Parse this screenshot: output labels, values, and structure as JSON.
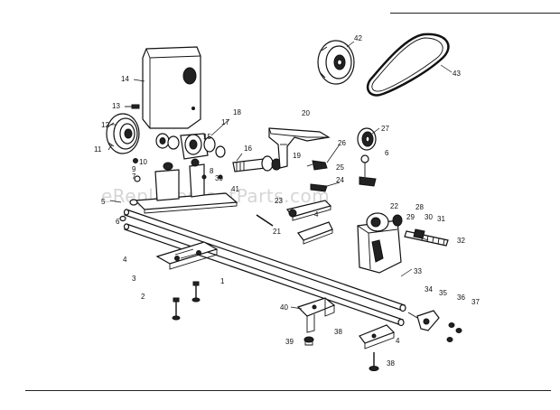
{
  "watermark": "eReplacementParts.com",
  "callouts": [
    {
      "id": "c42",
      "text": "42"
    },
    {
      "id": "c43",
      "text": "43"
    },
    {
      "id": "c14",
      "text": "14"
    },
    {
      "id": "c13",
      "text": "13"
    },
    {
      "id": "c12",
      "text": "12"
    },
    {
      "id": "c11",
      "text": "11"
    },
    {
      "id": "c18a",
      "text": "18"
    },
    {
      "id": "c17",
      "text": "17"
    },
    {
      "id": "c15",
      "text": "15"
    },
    {
      "id": "c16",
      "text": "16"
    },
    {
      "id": "c20",
      "text": "20"
    },
    {
      "id": "c27",
      "text": "27"
    },
    {
      "id": "c26",
      "text": "26"
    },
    {
      "id": "c6a",
      "text": "6"
    },
    {
      "id": "c19",
      "text": "19"
    },
    {
      "id": "c25",
      "text": "25"
    },
    {
      "id": "c24",
      "text": "24"
    },
    {
      "id": "c10",
      "text": "10"
    },
    {
      "id": "c9",
      "text": "9"
    },
    {
      "id": "c7",
      "text": "7"
    },
    {
      "id": "c8",
      "text": "8"
    },
    {
      "id": "c5",
      "text": "5"
    },
    {
      "id": "c6b",
      "text": "6"
    },
    {
      "id": "c39a",
      "text": "39"
    },
    {
      "id": "c41",
      "text": "41"
    },
    {
      "id": "c23",
      "text": "23"
    },
    {
      "id": "c4a",
      "text": "4"
    },
    {
      "id": "c22",
      "text": "22"
    },
    {
      "id": "c28",
      "text": "28"
    },
    {
      "id": "c29",
      "text": "29"
    },
    {
      "id": "c30",
      "text": "30"
    },
    {
      "id": "c31",
      "text": "31"
    },
    {
      "id": "c32",
      "text": "32"
    },
    {
      "id": "c21",
      "text": "21"
    },
    {
      "id": "c4b",
      "text": "4"
    },
    {
      "id": "c3",
      "text": "3"
    },
    {
      "id": "c1",
      "text": "1"
    },
    {
      "id": "c2",
      "text": "2"
    },
    {
      "id": "c33",
      "text": "33"
    },
    {
      "id": "c34",
      "text": "34"
    },
    {
      "id": "c35",
      "text": "35"
    },
    {
      "id": "c36",
      "text": "36"
    },
    {
      "id": "c37",
      "text": "37"
    },
    {
      "id": "c40",
      "text": "40"
    },
    {
      "id": "c38a",
      "text": "38"
    },
    {
      "id": "c39b",
      "text": "39"
    },
    {
      "id": "c4c",
      "text": "4"
    },
    {
      "id": "c38b",
      "text": "38"
    }
  ]
}
